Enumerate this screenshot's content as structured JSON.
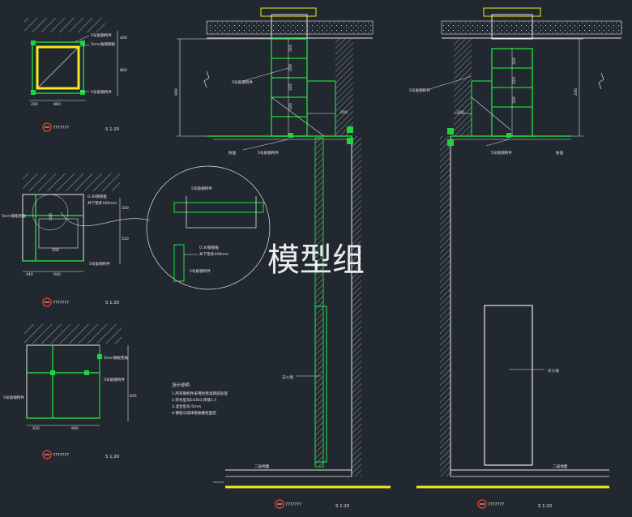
{
  "watermark": "模型组",
  "colors": {
    "background": "#212830",
    "line_white": "#e6e6e6",
    "line_green": "#21d33e",
    "line_yellow": "#f4ea1f",
    "marker_red": "#e0342a",
    "text": "#e8e8e8"
  },
  "detail_a": {
    "dims": [
      "200",
      "860",
      "400",
      "860"
    ],
    "labels": [
      "5号角钢构件",
      "5mm角钢钢板",
      "5号角钢构件"
    ],
    "title": "???????",
    "scale": "S 1:20"
  },
  "detail_b": {
    "dims": [
      "440",
      "940",
      "200",
      "500",
      "320",
      "510"
    ],
    "labels": [
      "0.30钢管框",
      "井下垫条100mm",
      "5mm钢板垫板",
      "5号角钢构件"
    ],
    "title": "???????",
    "scale": "S 1:20"
  },
  "detail_c": {
    "dims": [
      "420",
      "940",
      "835"
    ],
    "labels": [
      "5mm钢板垫板",
      "5号角钢构件",
      "5号角钢构件"
    ],
    "title": "???????",
    "scale": "S 1:20"
  },
  "zoom_callout": {
    "labels": [
      "5号角钢构件",
      "0.30钢管框",
      "井下垫条100mm",
      "5号角钢构件"
    ]
  },
  "notes": {
    "heading": "设计说明:",
    "lines": [
      "1.所有钢构件采用防锈漆两道处理",
      "2.焊条型号E4303,焊缝1.5",
      "3.混合型号:5mm",
      "4.钢框与墙体膨胀螺栓固定"
    ]
  },
  "section_left": {
    "labels": [
      "5号角钢构件",
      "防盗",
      "5号角钢构件",
      "天火墙",
      "二层地面"
    ],
    "dims": [
      "200",
      "900",
      "320",
      "200",
      "320",
      "320"
    ],
    "title": "???????",
    "scale": "S 1:20"
  },
  "section_right": {
    "labels": [
      "5号角钢构件",
      "5号角钢构件",
      "防盗",
      "天火墙",
      "二层地面"
    ],
    "dims": [
      "200",
      "320",
      "320",
      "320",
      "200"
    ],
    "title": "???????",
    "scale": "S 1:20"
  }
}
